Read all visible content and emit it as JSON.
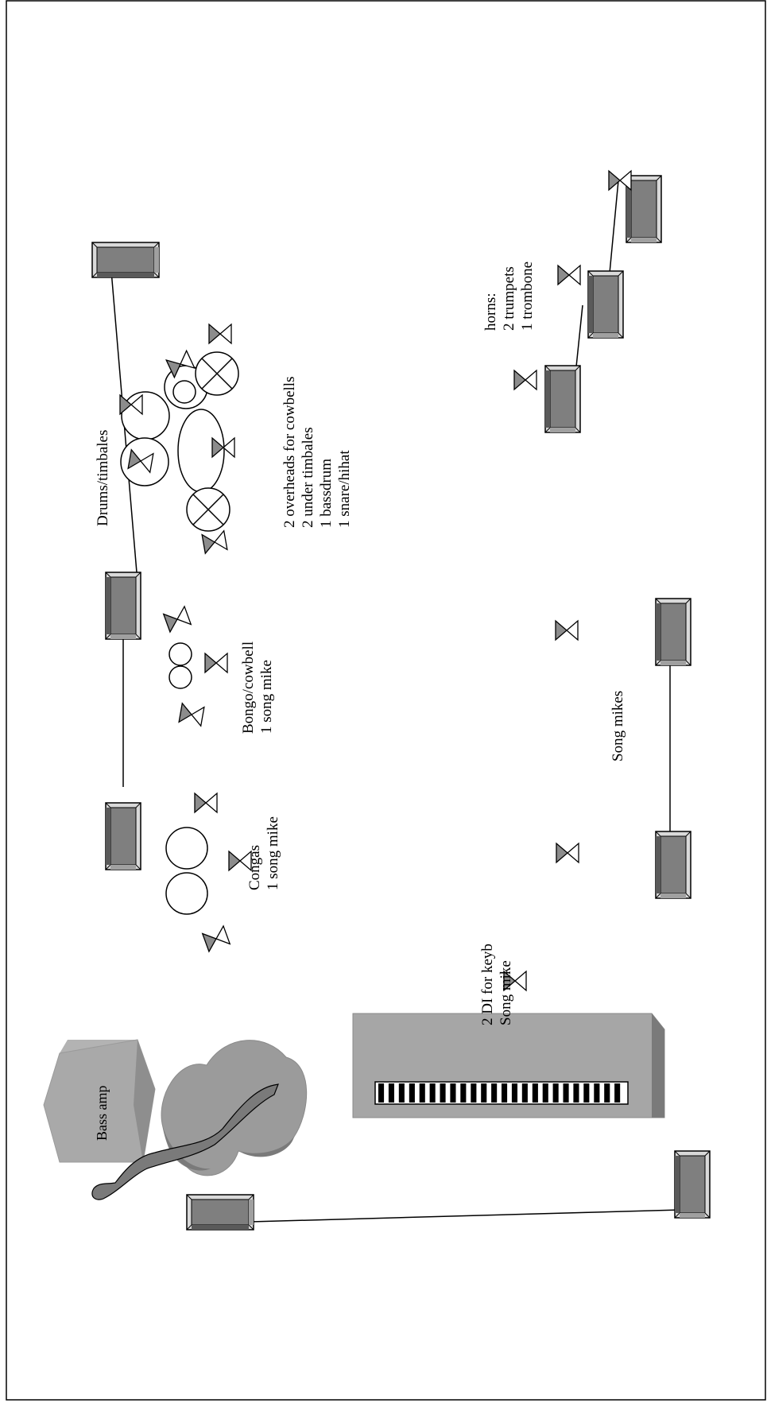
{
  "labels": {
    "drums_title": "Drums/timbales",
    "drums_notes": [
      "2 overheads for cowbells",
      "2 under timbales",
      "1 bassdrum",
      "1 snare/hihat"
    ],
    "bongo": [
      "Bongo/cowbell",
      "1 song mike"
    ],
    "congas": [
      "Congas",
      "1 song mike"
    ],
    "horns": [
      "horns:",
      "2 trumpets",
      "1 trombone"
    ],
    "song_mikes": "Song mikes",
    "keyboard": [
      "2 DI for keyb",
      "Song mike"
    ],
    "bass_amp": "Bass amp"
  },
  "colors": {
    "monitor_fill": "#7f7f7f",
    "monitor_frame": "#c8c8c8",
    "keyboard_fill": "#a6a6a6",
    "mic_fill": "#8c8c8c",
    "line": "#000000"
  }
}
